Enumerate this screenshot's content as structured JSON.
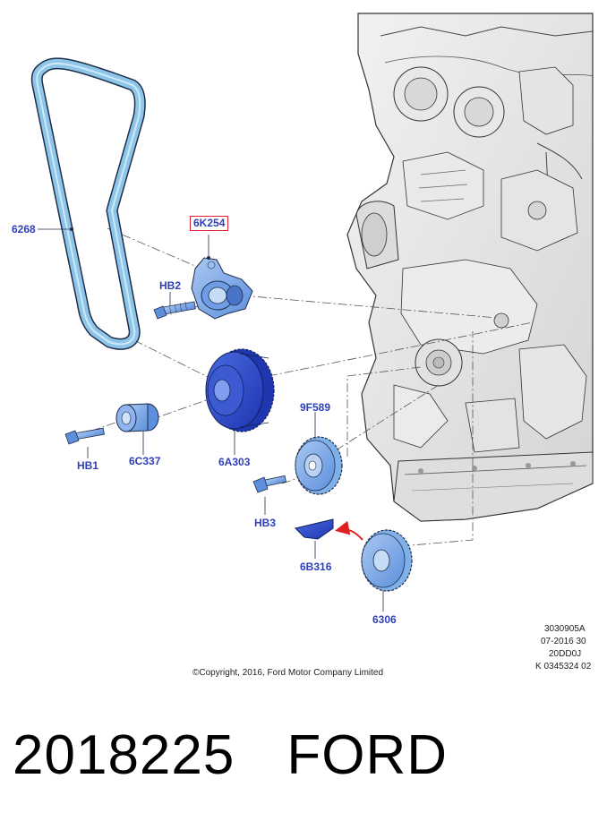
{
  "callouts": {
    "belt": "6268",
    "tensioner": "6K254",
    "hb2": "HB2",
    "hb1": "HB1",
    "spacer": "6C337",
    "pulley": "6A303",
    "gear": "9F589",
    "hb3": "HB3",
    "guide": "6B316",
    "sprocket": "6306"
  },
  "ref": {
    "line1": "3030905A",
    "line2": "07-2016 30",
    "line3": "20DD0J",
    "line4": "K 0345324 02"
  },
  "copyright": "©Copyright, 2016, Ford Motor Company Limited",
  "part_number": "2018225",
  "brand": "FORD",
  "colors": {
    "belt": "#8ec6ea",
    "part_light": "#7fb0e8",
    "part_dark": "#2c48c8",
    "callout_text": "#2e3fb8",
    "highlight_box": "#e02030",
    "arrow": "#e02020"
  }
}
